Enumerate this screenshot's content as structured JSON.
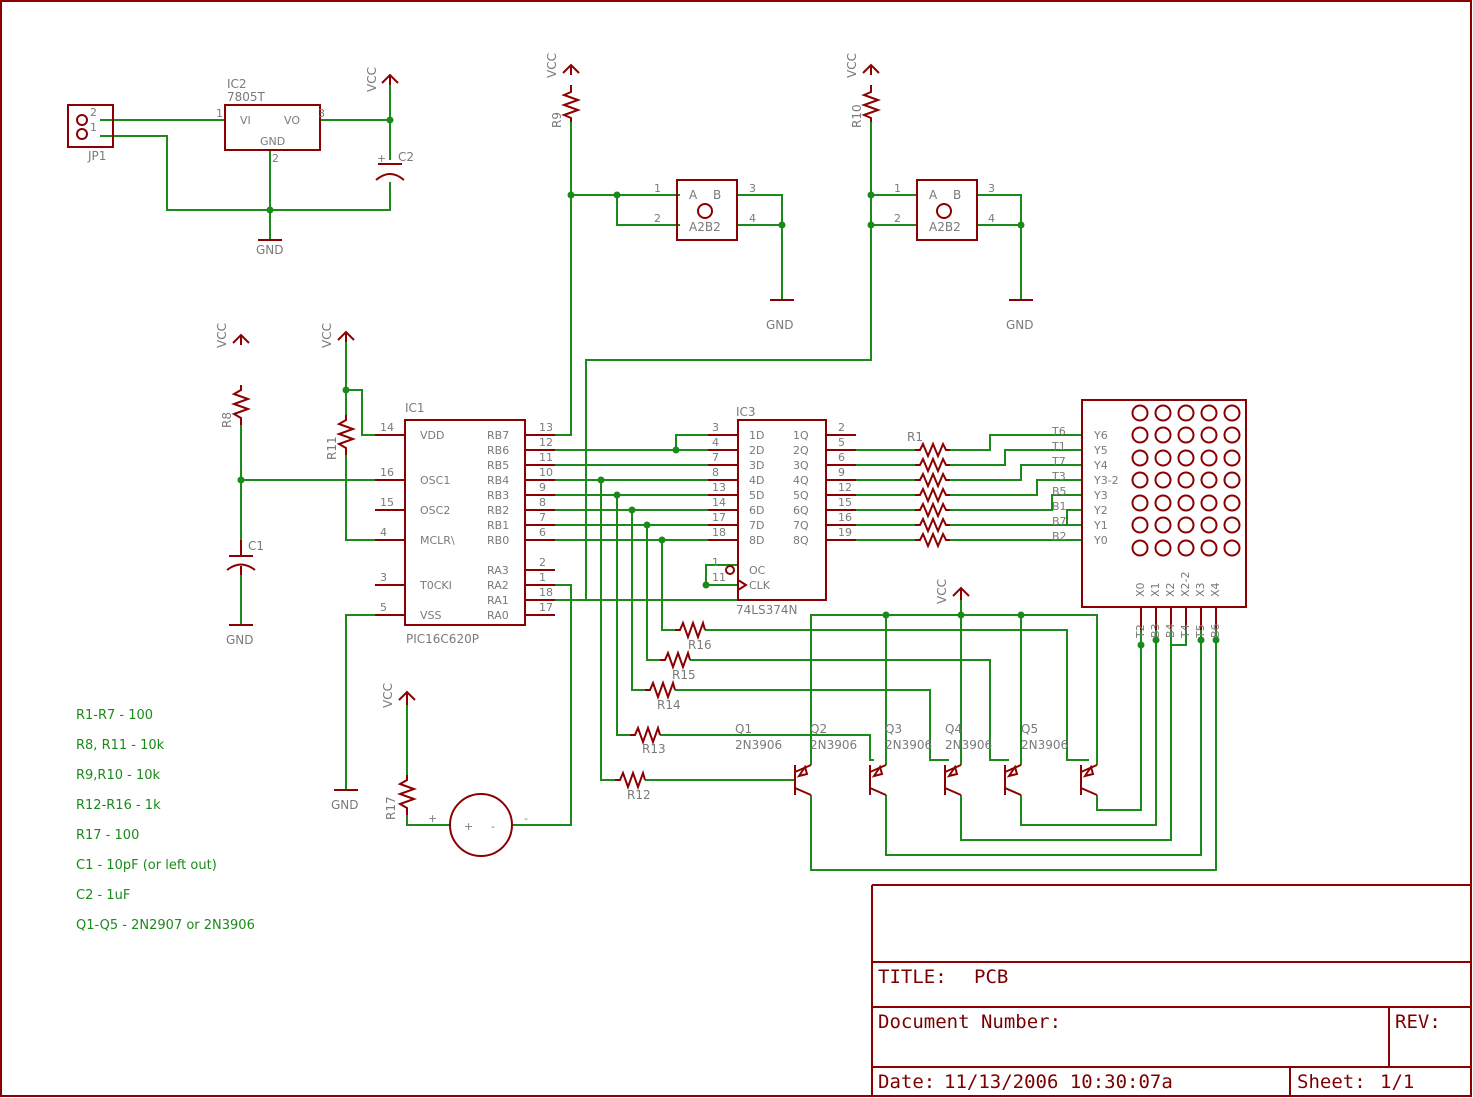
{
  "components": {
    "jp1": {
      "name": "JP1",
      "pins": [
        "2",
        "1"
      ]
    },
    "ic2": {
      "name": "IC2",
      "value": "7805T",
      "pins": [
        "VI",
        "VO",
        "GND"
      ],
      "pin_numbers": [
        "1",
        "3",
        "2"
      ]
    },
    "c2": {
      "name": "C2",
      "polarity": "+"
    },
    "ic1": {
      "name": "IC1",
      "value": "PIC16C620P",
      "left_pins": [
        {
          "num": "14",
          "label": "VDD"
        },
        {
          "num": "16",
          "label": "OSC1"
        },
        {
          "num": "15",
          "label": "OSC2"
        },
        {
          "num": "4",
          "label": "MCLR\\"
        },
        {
          "num": "3",
          "label": "T0CKI"
        },
        {
          "num": "5",
          "label": "VSS"
        }
      ],
      "right_pins": [
        {
          "num": "13",
          "label": "RB7"
        },
        {
          "num": "12",
          "label": "RB6"
        },
        {
          "num": "11",
          "label": "RB5"
        },
        {
          "num": "10",
          "label": "RB4"
        },
        {
          "num": "9",
          "label": "RB3"
        },
        {
          "num": "8",
          "label": "RB2"
        },
        {
          "num": "7",
          "label": "RB1"
        },
        {
          "num": "6",
          "label": "RB0"
        },
        {
          "num": "2",
          "label": "RA3"
        },
        {
          "num": "1",
          "label": "RA2"
        },
        {
          "num": "18",
          "label": "RA1"
        },
        {
          "num": "17",
          "label": "RA0"
        }
      ]
    },
    "ic3": {
      "name": "IC3",
      "value": "74LS374N",
      "left_pins": [
        {
          "num": "3",
          "label": "1D"
        },
        {
          "num": "4",
          "label": "2D"
        },
        {
          "num": "7",
          "label": "3D"
        },
        {
          "num": "8",
          "label": "4D"
        },
        {
          "num": "13",
          "label": "5D"
        },
        {
          "num": "14",
          "label": "6D"
        },
        {
          "num": "17",
          "label": "7D"
        },
        {
          "num": "18",
          "label": "8D"
        },
        {
          "num": "1",
          "label": "OC"
        },
        {
          "num": "11",
          "label": "CLK"
        }
      ],
      "right_pins": [
        {
          "num": "2",
          "label": "1Q"
        },
        {
          "num": "5",
          "label": "2Q"
        },
        {
          "num": "6",
          "label": "3Q"
        },
        {
          "num": "9",
          "label": "4Q"
        },
        {
          "num": "12",
          "label": "5Q"
        },
        {
          "num": "15",
          "label": "6Q"
        },
        {
          "num": "16",
          "label": "7Q"
        },
        {
          "num": "19",
          "label": "8Q"
        }
      ]
    },
    "encoders": [
      {
        "label": "A2B2",
        "a": "A",
        "b": "B",
        "pins": [
          "1",
          "2",
          "3",
          "4"
        ]
      },
      {
        "label": "A2B2",
        "a": "A",
        "b": "B",
        "pins": [
          "1",
          "2",
          "3",
          "4"
        ]
      }
    ],
    "resistors": {
      "r1": "R1",
      "r8": "R8",
      "r9": "R9",
      "r10": "R10",
      "r11": "R11",
      "r12": "R12",
      "r13": "R13",
      "r14": "R14",
      "r15": "R15",
      "r16": "R16",
      "r17": "R17"
    },
    "c1": "C1",
    "transistors": [
      {
        "name": "Q1",
        "value": "2N3906"
      },
      {
        "name": "Q2",
        "value": "2N3906"
      },
      {
        "name": "Q3",
        "value": "2N3906"
      },
      {
        "name": "Q4",
        "value": "2N3906"
      },
      {
        "name": "Q5",
        "value": "2N3906"
      }
    ],
    "matrix": {
      "row_labels": [
        "Y6",
        "Y5",
        "Y4",
        "Y3-2",
        "Y3",
        "Y2",
        "Y1",
        "Y0"
      ],
      "col_labels": [
        "X0",
        "X1",
        "X2",
        "X2-2",
        "X3",
        "X4"
      ],
      "row_nets": [
        "T6",
        "T1",
        "T7",
        "T3",
        "B5",
        "B1",
        "B7",
        "B2"
      ],
      "col_nets": [
        "T2",
        "B3",
        "B4",
        "T4",
        "T5",
        "B6"
      ]
    },
    "motor": {
      "plus": "+",
      "minus": "-",
      "inner_plus": "+",
      "inner_minus": "-"
    }
  },
  "power_labels": {
    "vcc": "VCC",
    "gnd": "GND"
  },
  "notes": [
    "R1-R7 - 100",
    "R8, R11 - 10k",
    "R9,R10 - 10k",
    "R12-R16 - 1k",
    "R17 - 100",
    "C1 - 10pF (or left out)",
    "C2 - 1uF",
    "Q1-Q5 - 2N2907 or 2N3906"
  ],
  "title_block": {
    "title_label": "TITLE:",
    "title_value": "PCB",
    "doc_label": "Document Number:",
    "rev_label": "REV:",
    "date_label": "Date:",
    "date_value": "11/13/2006 10:30:07a",
    "sheet_label": "Sheet:",
    "sheet_value": "1/1"
  },
  "colors": {
    "wire": "#1a8a1a",
    "part": "#8b0000",
    "text": "#7a7a7a",
    "frame": "#8b0000"
  }
}
